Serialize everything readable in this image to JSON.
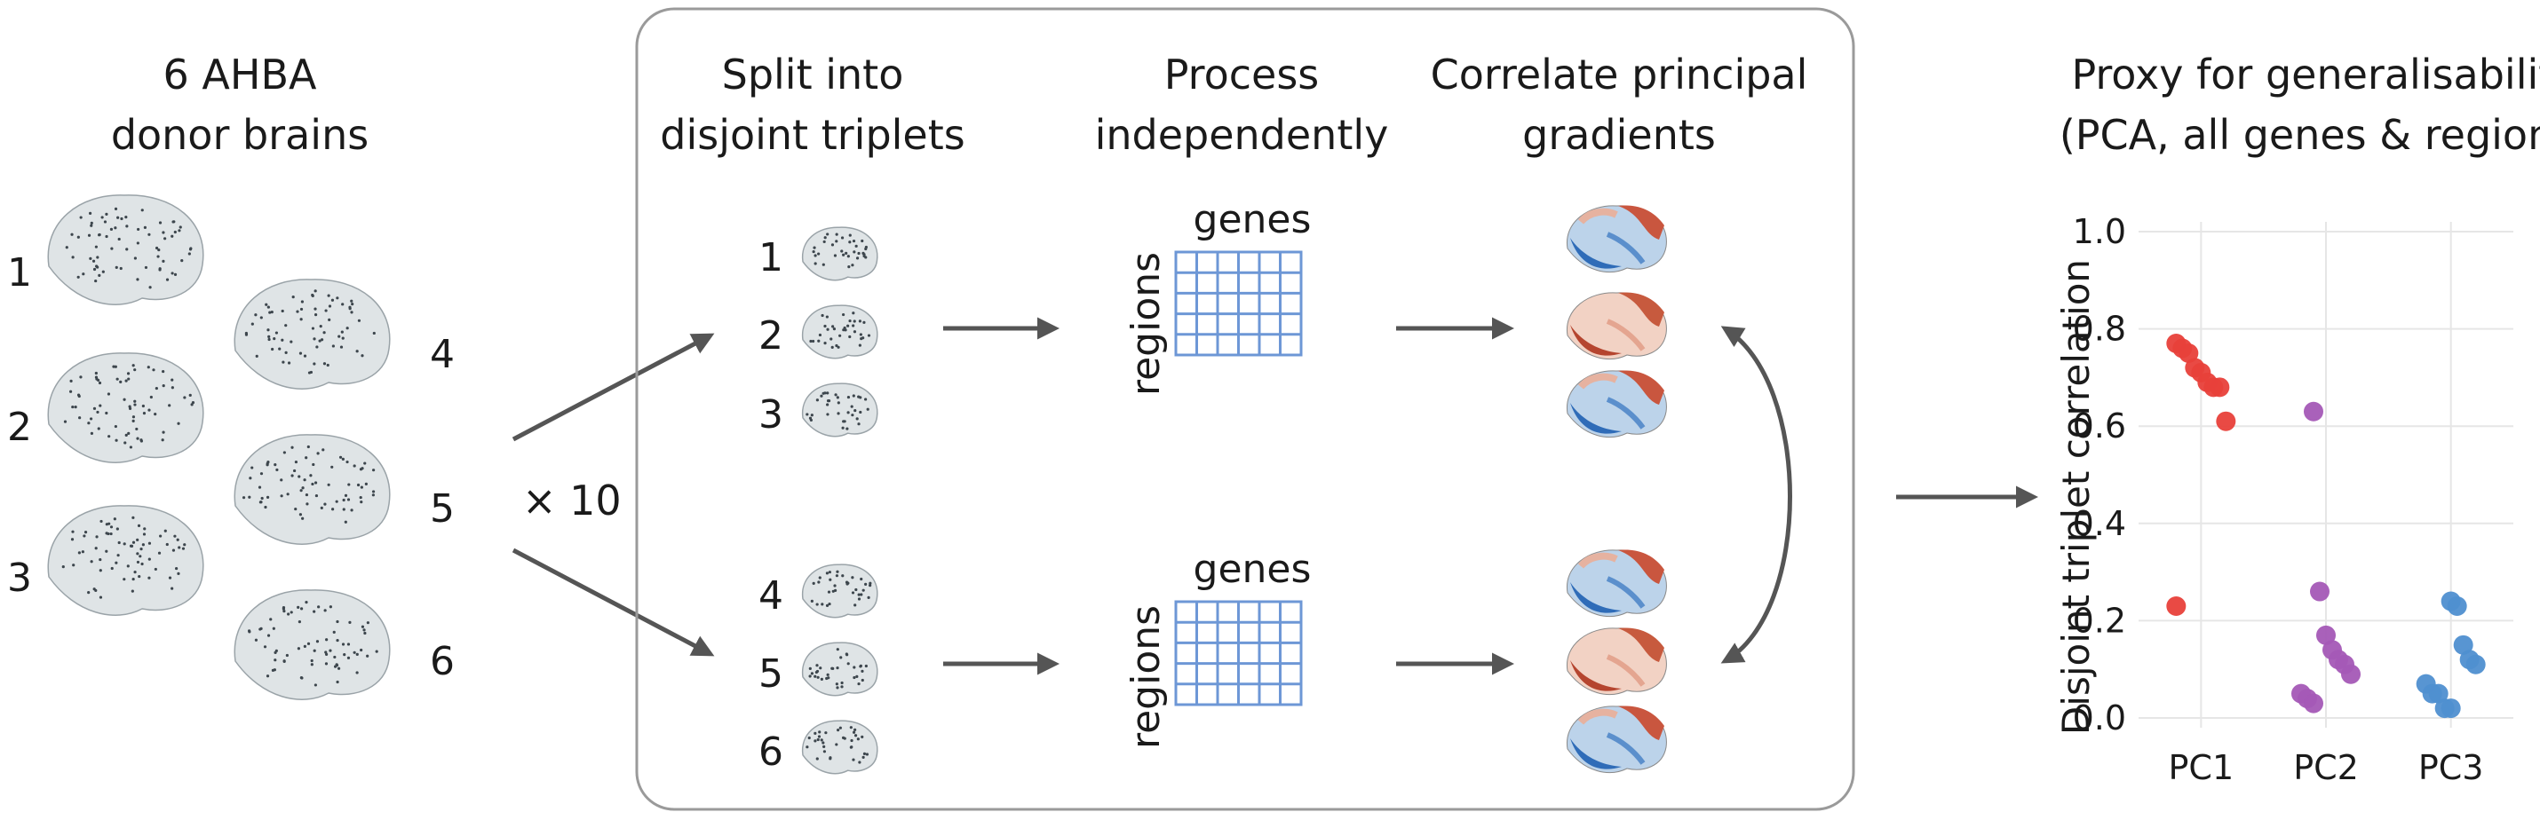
{
  "titles": {
    "donors_line1": "6 AHBA",
    "donors_line2": "donor brains",
    "split_line1": "Split into",
    "split_line2": "disjoint triplets",
    "process_line1": "Process",
    "process_line2": "independently",
    "correlate_line1": "Correlate principal",
    "correlate_line2": "gradients",
    "proxy_line1": "Proxy for generalisability",
    "proxy_line2": "(PCA, all genes & regions)"
  },
  "donor_numbers": [
    "1",
    "2",
    "3",
    "4",
    "5",
    "6"
  ],
  "multiplier": "× 10",
  "triplet_a_numbers": [
    "1",
    "2",
    "3"
  ],
  "triplet_b_numbers": [
    "4",
    "5",
    "6"
  ],
  "matrix_labels": {
    "columns": "genes",
    "rows": "regions"
  },
  "colors": {
    "brain_fill": "#dfe4e6",
    "brain_dots": "#3d464d",
    "matrix_grid": "#6d97d6",
    "arrow": "#555555",
    "gradient_red": "#c0392b",
    "gradient_blue": "#3b78c4",
    "pc1": "#e8403a",
    "pc2": "#a458b6",
    "pc3": "#4f8fd0"
  },
  "chart_data": {
    "type": "scatter",
    "xlabel": "",
    "ylabel": "Disjoint triplet correlation",
    "categories": [
      "PC1",
      "PC2",
      "PC3"
    ],
    "ylim": [
      -0.02,
      1.02
    ],
    "yticks": [
      "0.0",
      "0.2",
      "0.4",
      "0.6",
      "0.8",
      "1.0"
    ],
    "grid": true,
    "series": [
      {
        "category": "PC1",
        "values": [
          0.77,
          0.76,
          0.75,
          0.72,
          0.71,
          0.69,
          0.68,
          0.68,
          0.61,
          0.23
        ]
      },
      {
        "category": "PC2",
        "values": [
          0.63,
          0.26,
          0.17,
          0.14,
          0.12,
          0.11,
          0.09,
          0.05,
          0.04,
          0.03
        ]
      },
      {
        "category": "PC3",
        "values": [
          0.24,
          0.23,
          0.15,
          0.12,
          0.11,
          0.07,
          0.05,
          0.05,
          0.02,
          0.02
        ]
      }
    ]
  }
}
